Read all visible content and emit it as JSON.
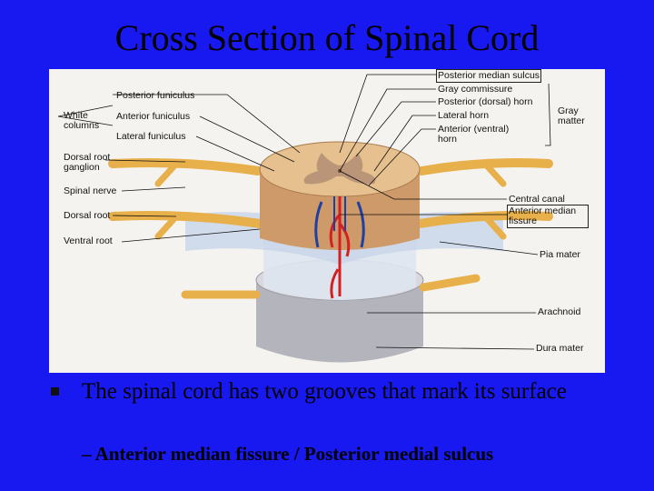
{
  "slide": {
    "title": "Cross Section of Spinal Cord",
    "bullet": "The spinal cord has two grooves that mark its surface",
    "sub_bullet": "– Anterior median fissure / Posterior medial sulcus"
  },
  "figure": {
    "labels_left": {
      "white_columns": "White columns",
      "posterior_funiculus": "Posterior funiculus",
      "anterior_funiculus": "Anterior funiculus",
      "lateral_funiculus": "Lateral funiculus",
      "dorsal_root_ganglion": "Dorsal root ganglion",
      "spinal_nerve": "Spinal nerve",
      "dorsal_root": "Dorsal root",
      "ventral_root": "Ventral root"
    },
    "labels_right": {
      "posterior_median_sulcus": "Posterior median sulcus",
      "gray_commissure": "Gray commissure",
      "posterior_horn": "Posterior (dorsal) horn",
      "lateral_horn": "Lateral horn",
      "anterior_horn": "Anterior (ventral) horn",
      "gray_matter": "Gray matter",
      "central_canal": "Central canal",
      "anterior_median_fissure": "Anterior median fissure",
      "pia_mater": "Pia mater",
      "arachnoid": "Arachnoid",
      "dura_mater": "Dura mater"
    }
  },
  "colors": {
    "slide_background": "#1818f0",
    "nerve": "#e8b04a",
    "white_matter": "#d9a876",
    "gray_matter": "#c8a48a",
    "artery": "#d42020",
    "vein": "#2040a0",
    "pia": "#b8c8e0",
    "dura": "#b0b0b8"
  }
}
